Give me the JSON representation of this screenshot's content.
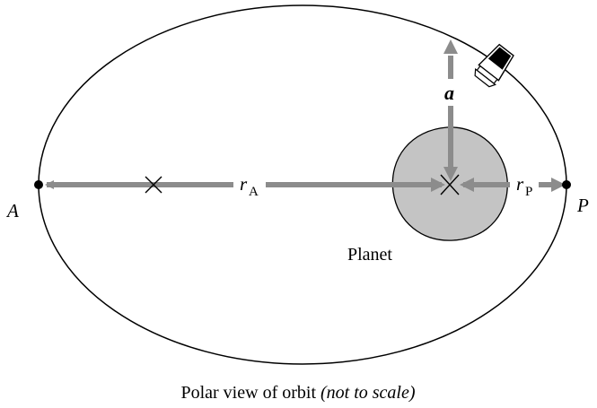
{
  "diagram": {
    "labels": {
      "apoapsis": "A",
      "periapsis": "P",
      "r_apo_main": "r",
      "r_apo_sub": "A",
      "r_peri_main": "r",
      "r_peri_sub": "P",
      "accel": "a",
      "planet": "Planet"
    },
    "caption": {
      "main": "Polar view of orbit ",
      "italic": "(not to scale)"
    },
    "colors": {
      "orbit_stroke": "#000000",
      "arrow": "#8c8c8c",
      "planet_fill": "#c4c4c4",
      "planet_stroke": "#000000",
      "spacecraft_body": "#ffffff",
      "spacecraft_dark": "#000000"
    }
  }
}
